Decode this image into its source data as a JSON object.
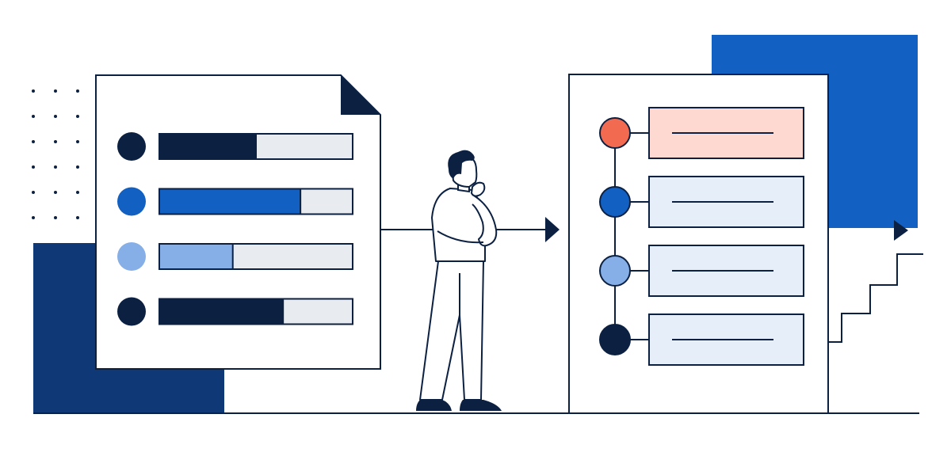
{
  "colors": {
    "navy": "#0c2142",
    "deep_blue": "#0f3876",
    "bright_blue": "#1160c2",
    "light_blue": "#86aee7",
    "coral": "#f26b50",
    "pale_coral": "#fdd9d1",
    "pale_blue": "#e6eefa",
    "track_gray": "#e8ebef",
    "outline": "#0c2142",
    "background": "#ffffff"
  },
  "left_document": {
    "rows": [
      {
        "dot_color": "#0c2142",
        "fill_color": "#0c2142",
        "fill_fraction": 0.5
      },
      {
        "dot_color": "#1160c2",
        "fill_color": "#1160c2",
        "fill_fraction": 0.73
      },
      {
        "dot_color": "#86aee7",
        "fill_color": "#86aee7",
        "fill_fraction": 0.38
      },
      {
        "dot_color": "#0c2142",
        "fill_color": "#0c2142",
        "fill_fraction": 0.64
      }
    ]
  },
  "right_document": {
    "steps": [
      {
        "node_color": "#f26b50",
        "card_color": "#fdd9d1"
      },
      {
        "node_color": "#1160c2",
        "card_color": "#e6eefa"
      },
      {
        "node_color": "#86aee7",
        "card_color": "#e6eefa"
      },
      {
        "node_color": "#0c2142",
        "card_color": "#e6eefa"
      }
    ]
  },
  "icons": [
    "document-icon",
    "flow-arrow-icon",
    "thinking-person-icon",
    "timeline-icon",
    "stairs-icon"
  ]
}
